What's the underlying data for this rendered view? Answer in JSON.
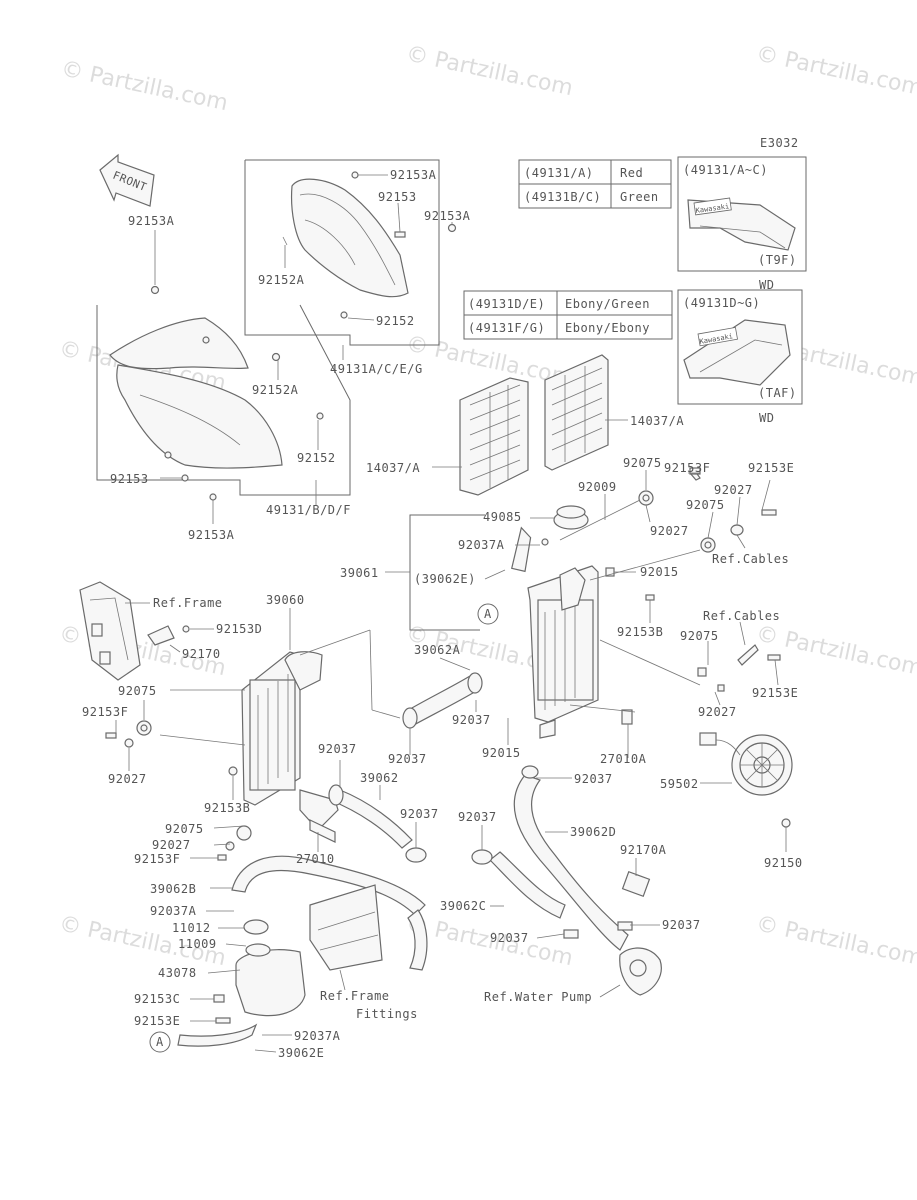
{
  "watermark": "© Partzilla.com",
  "diagram_code": "E3032",
  "front_label": "FRONT",
  "color_table_1": [
    {
      "code": "(49131/A)",
      "color": "Red"
    },
    {
      "code": "(49131B/C)",
      "color": "Green"
    }
  ],
  "color_table_2": [
    {
      "code": "(49131D/E)",
      "color": "Ebony/Green"
    },
    {
      "code": "(49131F/G)",
      "color": "Ebony/Ebony"
    }
  ],
  "inset_1": {
    "title": "(49131/A~C)",
    "code": "(T9F)",
    "caption": "WD",
    "logo": "Kawasaki"
  },
  "inset_2": {
    "title": "(49131D~G)",
    "code": "(TAF)",
    "caption": "WD",
    "logo": "Kawasaki"
  },
  "callout_a": "A",
  "labels": {
    "l_92153A_top": "92153A",
    "l_92153_top": "92153",
    "l_92153A_r": "92153A",
    "l_92152A_top": "92152A",
    "l_92152_top": "92152",
    "l_49131ACEG": "49131A/C/E/G",
    "l_92153A_left": "92153A",
    "l_92152A_mid": "92152A",
    "l_92152_mid": "92152",
    "l_92153_mid": "92153",
    "l_49131BDF": "49131/B/D/F",
    "l_92153A_bot": "92153A",
    "l_14037A_r": "14037/A",
    "l_14037A_l": "14037/A",
    "l_92153F_r": "92153F",
    "l_92075_r1": "92075",
    "l_92009": "92009",
    "l_92153E_r1": "92153E",
    "l_92027_r1": "92027",
    "l_92075_r2": "92075",
    "l_92027_r2": "92027",
    "l_refcables_1": "Ref.Cables",
    "l_49085": "49085",
    "l_92037A_mid": "92037A",
    "l_39061": "39061",
    "l_39062E_mid": "(39062E)",
    "l_92015_r": "92015",
    "l_92153B_r": "92153B",
    "l_refcables_2": "Ref.Cables",
    "l_92075_r3": "92075",
    "l_92153E_r2": "92153E",
    "l_92027_r3": "92027",
    "l_refframe": "Ref.Frame",
    "l_39060": "39060",
    "l_92153D": "92153D",
    "l_92170": "92170",
    "l_39062A": "39062A",
    "l_92075_l": "92075",
    "l_92153F_l": "92153F",
    "l_92027_l": "92027",
    "l_92037_a": "92037",
    "l_92037_b": "92037",
    "l_92015_m": "92015",
    "l_27010A": "27010A",
    "l_92037_c": "92037",
    "l_59502": "59502",
    "l_92037_d": "92037",
    "l_39062": "39062",
    "l_92153B_l": "92153B",
    "l_92037_e": "92037",
    "l_92075_b": "92075",
    "l_92027_b": "92027",
    "l_92153F_b": "92153F",
    "l_27010": "27010",
    "l_92037_f": "92037",
    "l_39062D": "39062D",
    "l_92170A": "92170A",
    "l_92150": "92150",
    "l_39062B": "39062B",
    "l_92037A_b": "92037A",
    "l_11012": "11012",
    "l_11009": "11009",
    "l_39062C": "39062C",
    "l_92037_g": "92037",
    "l_92037_h": "92037",
    "l_43078": "43078",
    "l_refframefit_1": "Ref.Frame",
    "l_refframefit_2": "Fittings",
    "l_refwaterpump": "Ref.Water Pump",
    "l_92153C": "92153C",
    "l_92153E_b": "92153E",
    "l_92037A_c": "92037A",
    "l_39062E_b": "39062E"
  },
  "colors": {
    "line": "#6a6a6a",
    "text": "#555555",
    "watermark": "#dcdcdc"
  }
}
